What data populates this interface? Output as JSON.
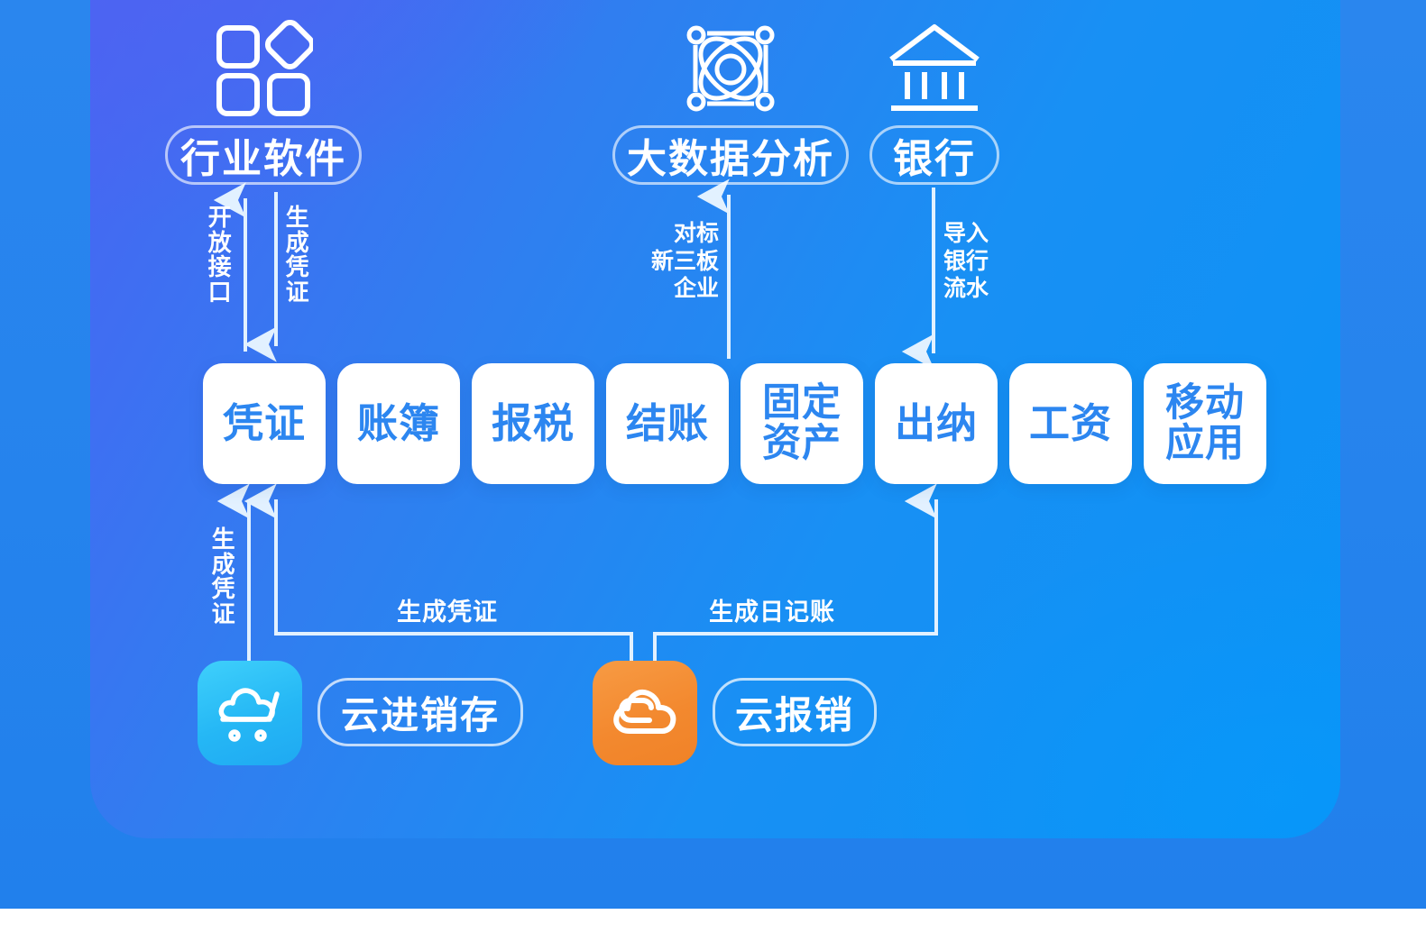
{
  "theme": {
    "outer_bg": "#2583ed",
    "card_gradient_from": "#4a63f3",
    "card_gradient_to": "#0b92f6",
    "card_face": "#ffffff",
    "card_text": "#2c86f0",
    "line_color": "#dceeff",
    "app_cyan": "#25b7f5",
    "app_orange": "#f3892f"
  },
  "sources": [
    {
      "id": "industry-software",
      "label": "行业软件",
      "icon": "grid-squares-diamond-icon"
    },
    {
      "id": "big-data-analysis",
      "label": "大数据分析",
      "icon": "atom-network-icon"
    },
    {
      "id": "bank",
      "label": "银行",
      "icon": "bank-building-icon"
    }
  ],
  "flows": {
    "open_interface": "开放接口",
    "generate_voucher_down": "生成凭证",
    "benchmark_nee": [
      "对标",
      "新三板",
      "企业"
    ],
    "import_bank_flow": [
      "导入",
      "银行",
      "流水"
    ],
    "generate_voucher_left": "生成凭证",
    "generate_voucher_mid": "生成凭证",
    "generate_journal": "生成日记账"
  },
  "modules": [
    {
      "id": "voucher",
      "lines": [
        "凭证"
      ]
    },
    {
      "id": "ledger",
      "lines": [
        "账簿"
      ]
    },
    {
      "id": "tax-filing",
      "lines": [
        "报税"
      ]
    },
    {
      "id": "closing",
      "lines": [
        "结账"
      ]
    },
    {
      "id": "fixed-assets",
      "lines": [
        "固定",
        "资产"
      ]
    },
    {
      "id": "cashier",
      "lines": [
        "出纳"
      ]
    },
    {
      "id": "payroll",
      "lines": [
        "工资"
      ]
    },
    {
      "id": "mobile-app",
      "lines": [
        "移动",
        "应用"
      ]
    }
  ],
  "apps": [
    {
      "id": "cloud-inventory",
      "label": "云进销存",
      "icon": "cloud-cart-icon",
      "color": "#25b7f5"
    },
    {
      "id": "cloud-expense",
      "label": "云报销",
      "icon": "cloud-clip-icon",
      "color": "#f3892f"
    }
  ]
}
